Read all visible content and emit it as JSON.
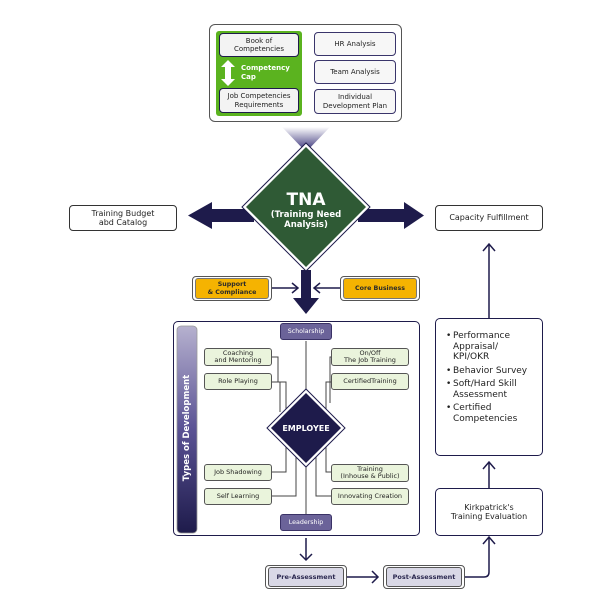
{
  "top_panel": {
    "competency": {
      "book": "Book of\nCompetencies",
      "cap": "Competency\nCap",
      "requirements": "Job Competencies\nRequirements",
      "color": "#5bb31f"
    },
    "analysis": [
      "HR Analysis",
      "Team Analysis",
      "Individual\nDevelopment Plan"
    ]
  },
  "tna": {
    "title": "TNA",
    "subtitle": "(Training Need\nAnalysis)",
    "color": "#2f5a35"
  },
  "left_output": "Training Budget\nabd Catalog",
  "right_output": "Capacity Fulfillment",
  "inputs": {
    "left": "Support\n& Compliance",
    "right": "Core Business",
    "color": "#f5b301"
  },
  "development": {
    "side_label": "Types of Development",
    "center": "EMPLOYEE",
    "top_tag": "Scholarship",
    "bottom_tag": "Leadership",
    "left_items": [
      "Coaching\nand Mentoring",
      "Role Playing",
      "Job Shadowing",
      "Self Learning"
    ],
    "right_items": [
      "On/Off\nThe Job Training",
      "CertifiedTraining",
      "Training\n(Inhouse & Public)",
      "Innovating Creation"
    ]
  },
  "evaluation": {
    "bullets": [
      "Performance\nAppraisal/\nKPI/OKR",
      "Behavior Survey",
      "Soft/Hard Skill\nAssessment",
      "Certified\nCompetencies"
    ],
    "kirkpatrick": "Kirkpatrick's\nTraining Evaluation"
  },
  "assessment": {
    "pre": "Pre-Assessment",
    "post": "Post-Assessment"
  },
  "colors": {
    "navy": "#1e1b4b",
    "purple": "#6b6399",
    "light_green": "#eaf4dc"
  }
}
